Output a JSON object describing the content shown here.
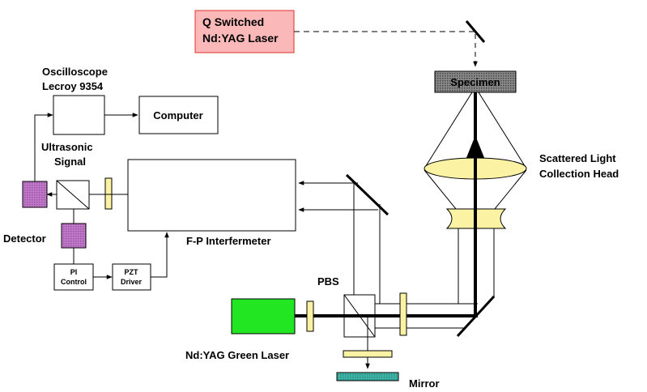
{
  "labels": {
    "q_laser_line1": "Q Switched",
    "q_laser_line2": "Nd:YAG Laser",
    "specimen": "Specimen",
    "oscilloscope_line1": "Oscilloscope",
    "oscilloscope_line2": "Lecroy 9354",
    "computer": "Computer",
    "ultrasonic_line1": "Ultrasonic",
    "ultrasonic_line2": "Signal",
    "scattered_line1": "Scattered Light",
    "scattered_line2": "Collection Head",
    "detector": "Detector",
    "fp_interferometer": "F-P Interfermeter",
    "pi_line1": "PI",
    "pi_line2": "Control",
    "pzt_line1": "PZT",
    "pzt_line2": "Driver",
    "pbs": "PBS",
    "green_laser": "Nd:YAG Green Laser",
    "mirror": "Mirror"
  },
  "colors": {
    "q_laser_fill": "#fbb8b8",
    "q_laser_stroke": "#e0302a",
    "green_laser_fill": "#22e622",
    "detector_fill": "#c07ac8",
    "waveplate_fill": "#fbf3a3",
    "lens_fill": "#fbf3a3",
    "specimen_fill": "#6b6b6b",
    "mirror_fill": "#3fb3a6"
  }
}
